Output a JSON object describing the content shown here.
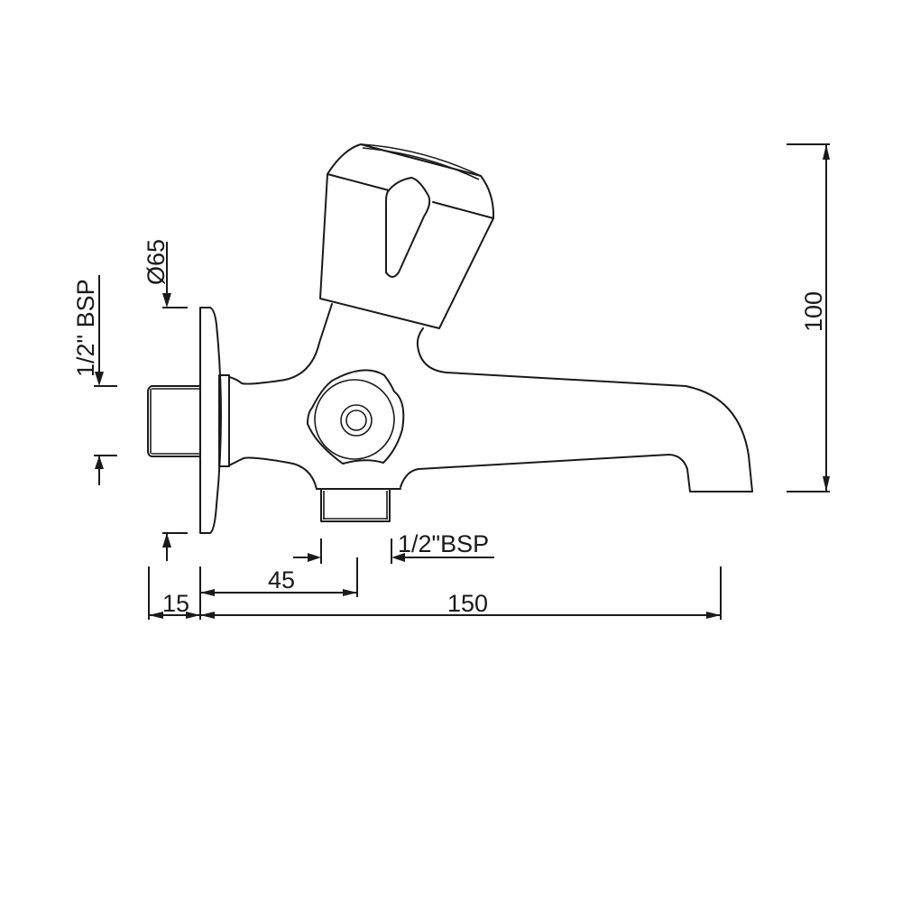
{
  "drawing": {
    "type": "technical-dimension-drawing",
    "subject": "wall-mounted two-way bib tap (side view)",
    "line_color": "#1a1a1a",
    "background": "#ffffff",
    "units": "mm"
  },
  "dimensions": {
    "inlet_thread": "1/2\" BSP",
    "flange_diameter": "Ø65",
    "outlet_thread": "1/2\"BSP",
    "flange_to_wall": "15",
    "outlet_offset": "45",
    "spout_length": "150",
    "overall_height": "100"
  }
}
